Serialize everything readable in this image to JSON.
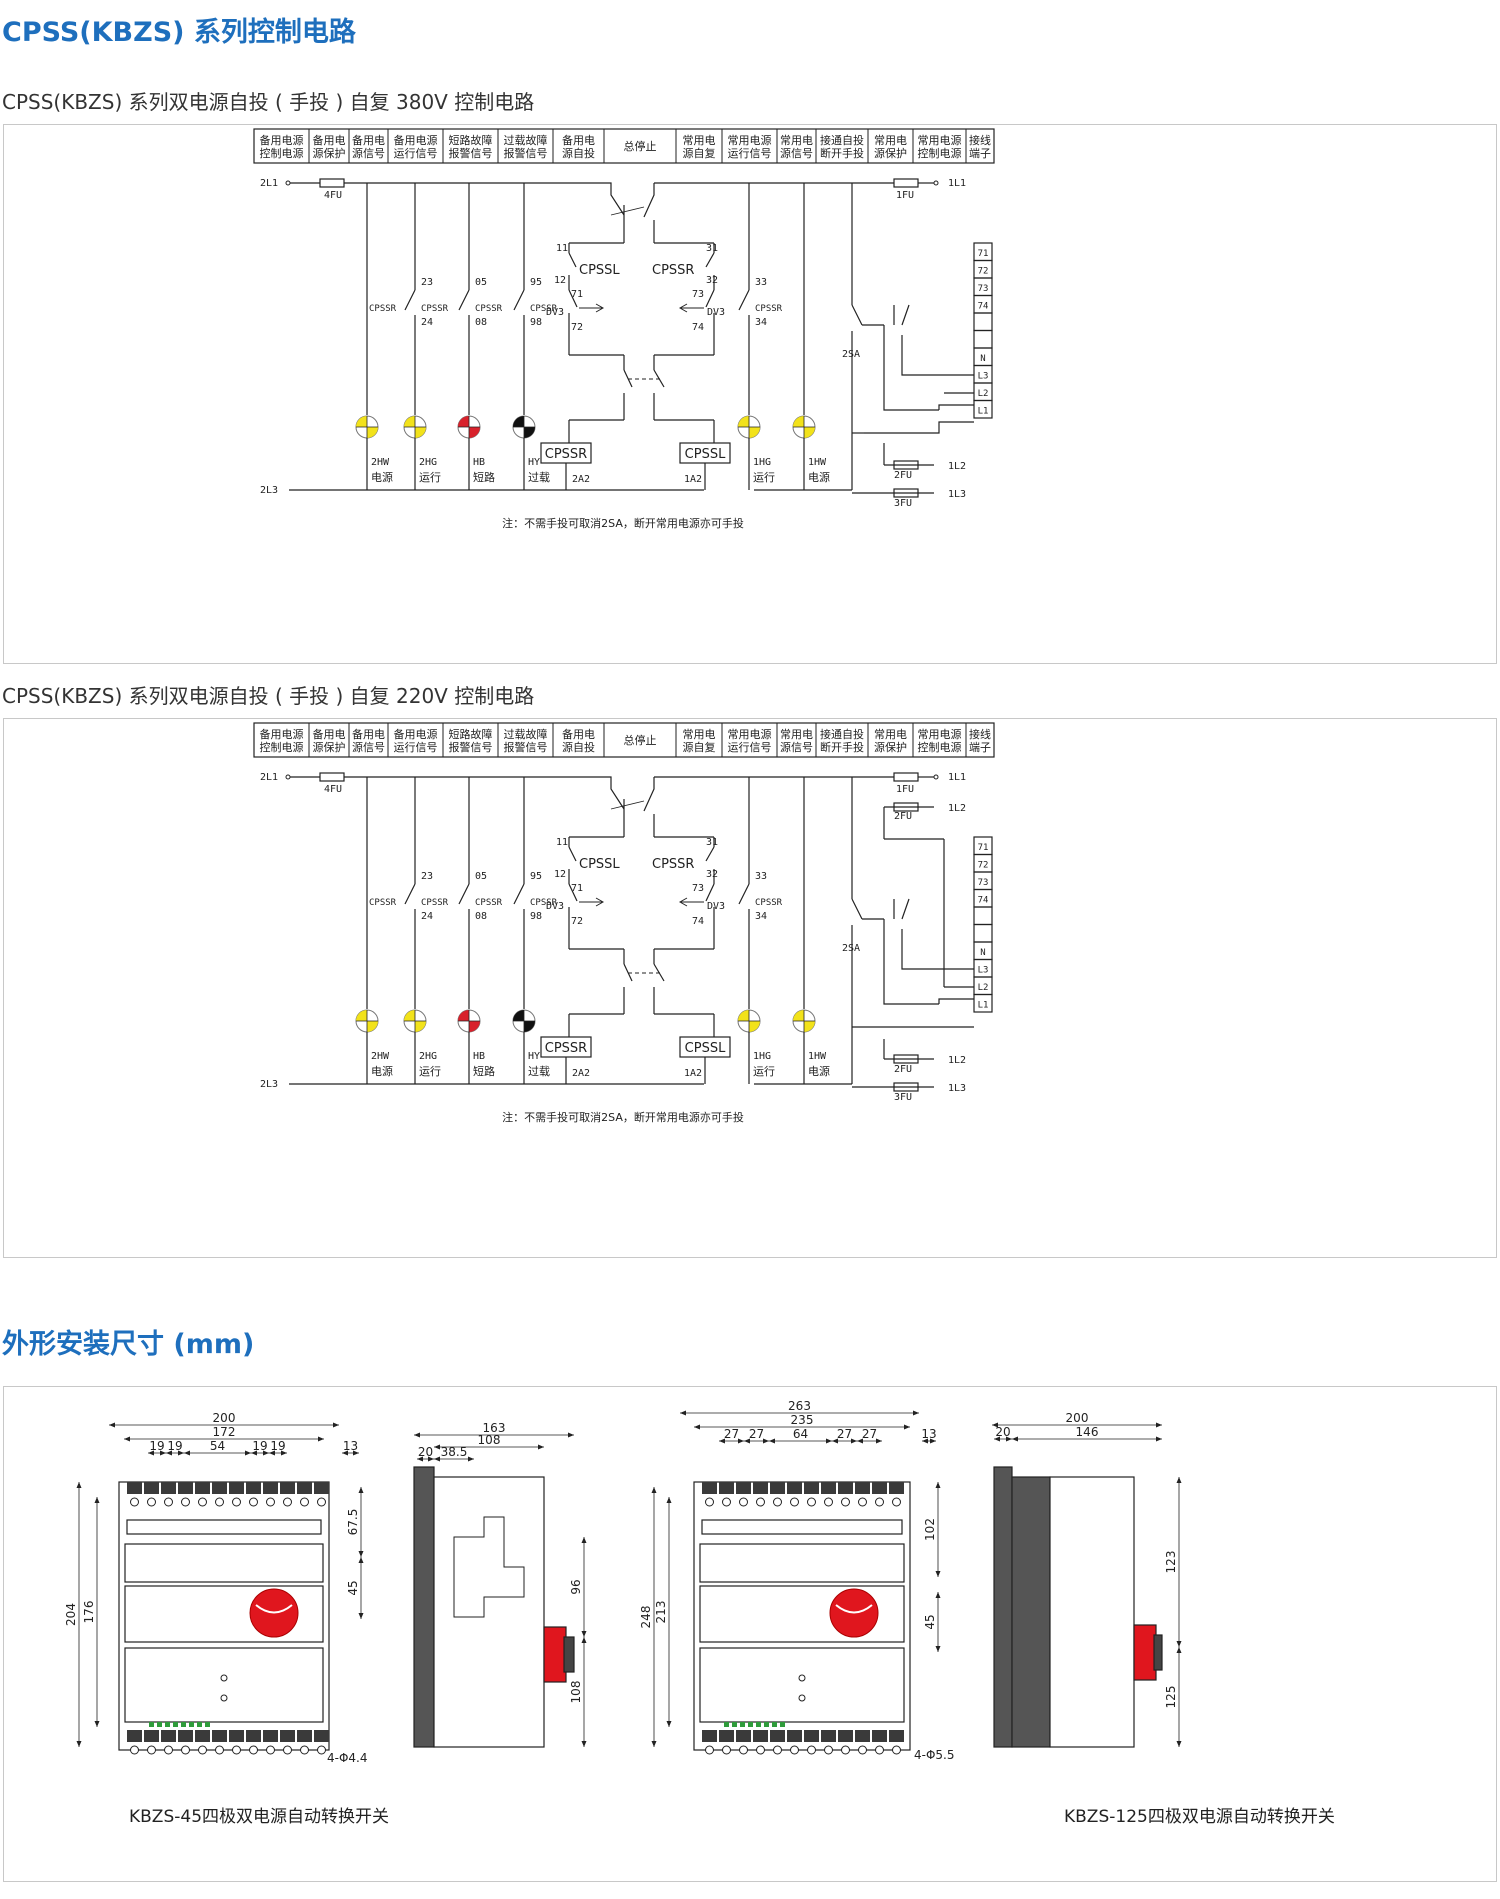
{
  "title_circuits": "CPSS(KBZS) 系列控制电路",
  "subtitle_380": "CPSS(KBZS) 系列双电源自投 ( 手投 ) 自复 380V 控制电路",
  "subtitle_220": "CPSS(KBZS) 系列双电源自投 ( 手投 ) 自复 220V 控制电路",
  "title_dims": "外形安装尺寸 (mm)",
  "header_cells": [
    [
      "备用电源",
      "控制电源"
    ],
    [
      "备用电",
      "源保护"
    ],
    [
      "备用电",
      "源信号"
    ],
    [
      "备用电源",
      "运行信号"
    ],
    [
      "短路故障",
      "报警信号"
    ],
    [
      "过载故障",
      "报警信号"
    ],
    [
      "备用电",
      "源自投"
    ],
    [
      "总停止",
      ""
    ],
    [
      "常用电",
      "源自复"
    ],
    [
      "常用电源",
      "运行信号"
    ],
    [
      "常用电",
      "源信号"
    ],
    [
      "接通自投",
      "断开手投"
    ],
    [
      "常用电",
      "源保护"
    ],
    [
      "常用电源",
      "控制电源"
    ],
    [
      "接线",
      "端子"
    ]
  ],
  "circuit": {
    "l2l1": "2L1",
    "l2l3": "2L3",
    "l1l1": "1L1",
    "l1l2": "1L2",
    "l1l3": "1L3",
    "fu4": "4FU",
    "fu1": "1FU",
    "fu2": "2FU",
    "fu3": "3FU",
    "n11": "11",
    "n12": "12",
    "n31": "31",
    "n32": "32",
    "n71": "71",
    "n72": "72",
    "n73": "73",
    "n74": "74",
    "n23": "23",
    "n24": "24",
    "n05": "05",
    "n08": "08",
    "n95": "95",
    "n98": "98",
    "n33": "33",
    "n34": "34",
    "cpssr": "CPSSR",
    "cpssl": "CPSSL",
    "dv3": "DV3",
    "sa2": "2SA",
    "a2_2": "2A2",
    "a2_1": "1A2",
    "lamp_2hw": "2HW",
    "lamp_2hg": "2HG",
    "lamp_hb": "HB",
    "lamp_hy": "HY",
    "lamp_1hg": "1HG",
    "lamp_1hw": "1HW",
    "lbl_power": "电源",
    "lbl_run": "运行",
    "lbl_short": "短路",
    "lbl_over": "过载",
    "terminals": [
      "71",
      "72",
      "73",
      "74",
      "",
      "",
      "N",
      "L3",
      "L2",
      "L1"
    ],
    "note": "注：不需手投可取消2SA，断开常用电源亦可手投"
  },
  "dims": {
    "d200": "200",
    "d172": "172",
    "d19": "19",
    "d54": "54",
    "d13": "13",
    "d67_5": "67.5",
    "d45": "45",
    "d204": "204",
    "d176": "176",
    "phi44": "4-Φ4.4",
    "d163": "163",
    "d108": "108",
    "d20": "20",
    "d38_5": "38.5",
    "d96": "96",
    "d263": "263",
    "d235": "235",
    "d27": "27",
    "d64": "64",
    "d102": "102",
    "d248": "248",
    "d213": "213",
    "phi55": "4-Φ5.5",
    "d146": "146",
    "d123": "123",
    "d125": "125"
  },
  "caption_45": "KBZS-45四极双电源自动转换开关",
  "caption_125": "KBZS-125四极双电源自动转换开关",
  "colors": {
    "accent": "#1e6fbd",
    "lamp_yellow": "#f2e21a",
    "lamp_red": "#d8212b",
    "lamp_black": "#111111",
    "handle_red": "#e0161e"
  }
}
